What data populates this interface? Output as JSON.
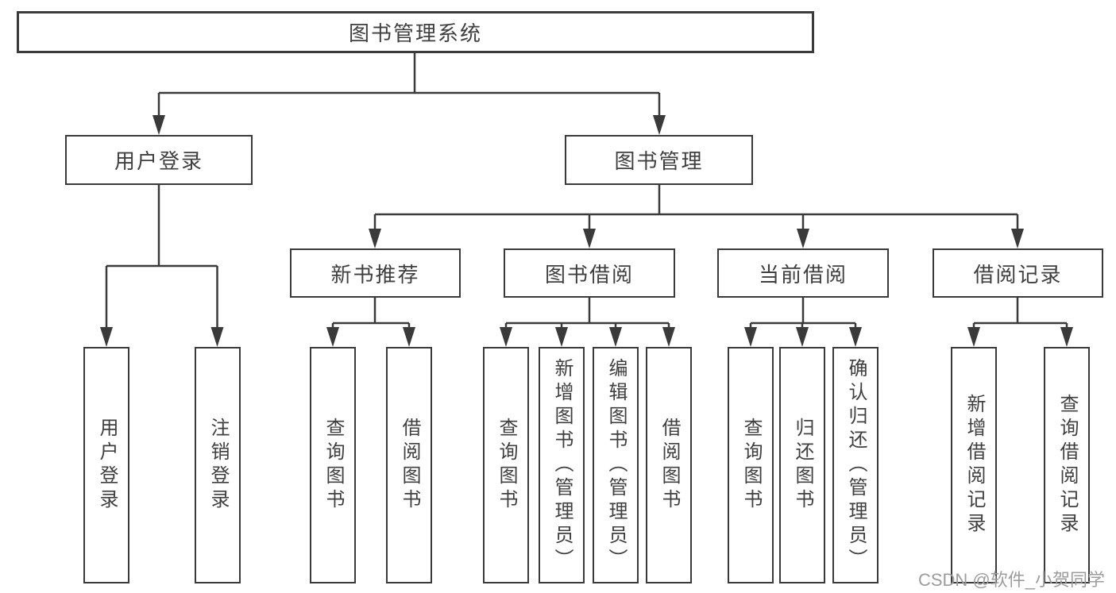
{
  "diagram_title": "图书管理系统",
  "watermark": "CSDN @软件_小贺同学",
  "colors": {
    "line": "#3a3a3a",
    "box_border": "#3a3a3a",
    "box_background": "#ffffff",
    "text": "#3f3f3f",
    "watermark": "#9c9c9c"
  },
  "tree": {
    "root": {
      "label": "图书管理系统"
    },
    "branches": [
      {
        "label": "用户登录",
        "children": [
          "用户登录",
          "注销登录"
        ]
      },
      {
        "label": "图书管理",
        "sections": [
          {
            "label": "新书推荐",
            "children": [
              "查询图书",
              "借阅图书"
            ]
          },
          {
            "label": "图书借阅",
            "children": [
              "查询图书",
              "新增图书（管理员）",
              "编辑图书（管理员）",
              "借阅图书"
            ]
          },
          {
            "label": "当前借阅",
            "children": [
              "查询图书",
              "归还图书",
              "确认归还（管理员）"
            ]
          },
          {
            "label": "借阅记录",
            "children": [
              "新增借阅记录",
              "查询借阅记录"
            ]
          }
        ]
      }
    ]
  }
}
